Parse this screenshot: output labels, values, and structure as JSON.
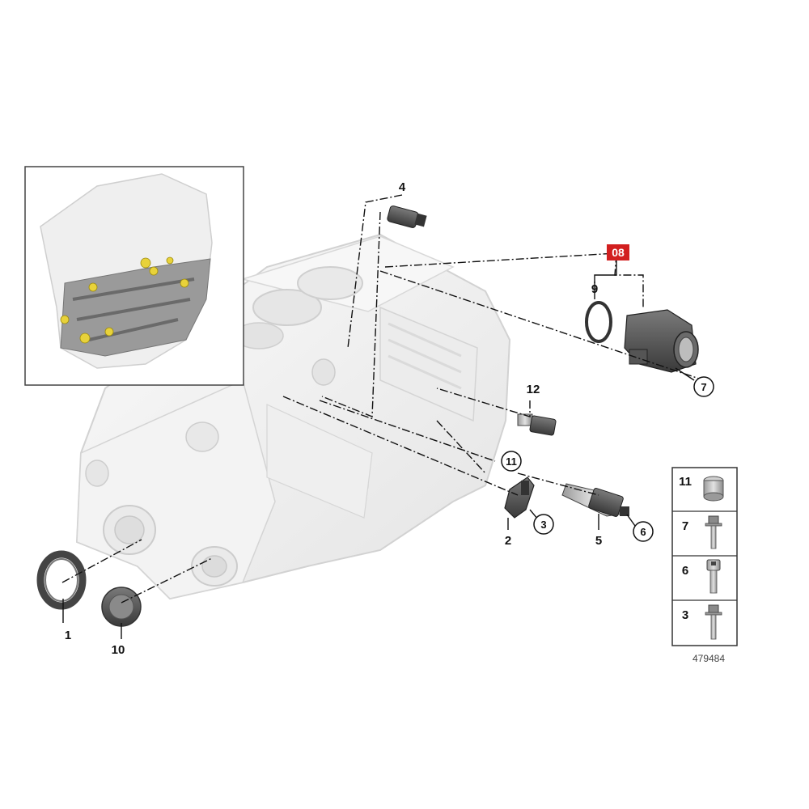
{
  "callouts": {
    "c1": "1",
    "c2": "2",
    "c3": "3",
    "c4": "4",
    "c5": "5",
    "c6": "6",
    "c7": "7",
    "c9": "9",
    "c10": "10",
    "c11": "11",
    "c12": "12",
    "group": "08"
  },
  "legend": {
    "rows": [
      {
        "label": "11",
        "part": "sleeve"
      },
      {
        "label": "7",
        "part": "bolt"
      },
      {
        "label": "6",
        "part": "hex-socket-bolt"
      },
      {
        "label": "3",
        "part": "bolt"
      }
    ]
  },
  "reference_number": "479484",
  "colors": {
    "block": "#f1f1f1",
    "block_edge": "#d6d6d6",
    "part_dark": "#4a4a4a",
    "highlight_yellow": "#e8d23a",
    "group_badge": "#d21f1f"
  }
}
